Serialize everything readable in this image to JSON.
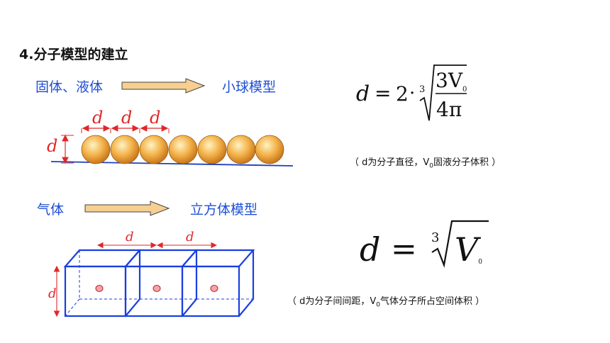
{
  "title": "4.分子模型的建立",
  "row1": {
    "left_label": "固体、液体",
    "right_label": "小球模型",
    "dimension_label": "d",
    "ball_color": "#f0a93a"
  },
  "row2": {
    "left_label": "气体",
    "right_label": "立方体模型",
    "dimension_label": "d",
    "cube_color": "#1a3fe0"
  },
  "formula1": {
    "lhs": "d",
    "eq": "=",
    "coef": "2",
    "dot": "·",
    "root_index": "3",
    "numerator": "3V",
    "numerator_sub": "0",
    "denominator": "4π"
  },
  "note1": {
    "prefix": "（ d为分子直径，V",
    "sub": "0",
    "suffix": "固液分子体积 ）"
  },
  "formula2": {
    "lhs": "d",
    "eq": "=",
    "root_index": "3",
    "radicand": "V",
    "radicand_sub": "0"
  },
  "note2": {
    "prefix": "（ d为分子间间距，V",
    "sub": "0",
    "suffix": "气体分子所占空间体积 ）"
  },
  "colors": {
    "label_blue": "#1f4fd6",
    "dim_red": "#e0282a",
    "arrow_fill": "#f6cf91",
    "arrow_stroke": "#444444"
  }
}
